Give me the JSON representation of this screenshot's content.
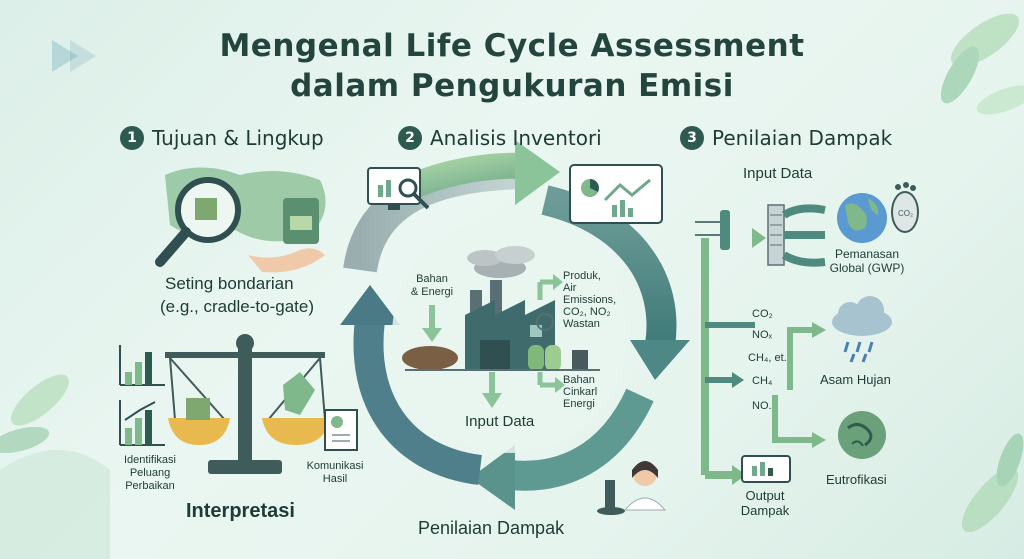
{
  "title": {
    "line1": "Mengenal Life Cycle Assessment",
    "line2": "dalam Pengukuran Emisi"
  },
  "sections": [
    {
      "number": "1",
      "label": "Tujuan & Lingkup"
    },
    {
      "number": "2",
      "label": "Analisis Inventori"
    },
    {
      "number": "3",
      "label": "Penilaian Dampak"
    }
  ],
  "scope": {
    "boundary_title": "Seting bondarian",
    "boundary_example": "(e.g., cradle-to-gate)"
  },
  "interpretation": {
    "title": "Interpretasi",
    "left_label_1": "Identifikasi",
    "left_label_2": "Peluang",
    "left_label_3": "Perbaikan",
    "right_label_1": "Komunikasi",
    "right_label_2": "Hasil"
  },
  "inventory": {
    "input_1": "Bahan",
    "input_2": "& Energi",
    "output_1": "Produk,",
    "output_2": "Air",
    "output_3": "Emissions,",
    "output_4": "CO₂, NO₂",
    "output_5": "Wastan",
    "waste_1": "Bahan",
    "waste_2": "Cinkarl",
    "waste_3": "Energi",
    "center_label": "Input Data",
    "bottom_label": "Penilaian Dampak"
  },
  "impact": {
    "input_label": "Input Data",
    "gwp_1": "Pemanasan",
    "gwp_2": "Global (GWP)",
    "gas_1": "CO₂",
    "gas_2": "NOₓ",
    "gas_3": "CH₄, et.",
    "gas_4": "CH₄",
    "gas_5": "NO.",
    "acid_rain": "Asam Hujan",
    "eutro": "Eutrofikasi",
    "output_1": "Output",
    "output_2": "Dampak"
  },
  "colors": {
    "dark_green": "#2f5a4f",
    "arrow_green": "#7fb88a",
    "arrow_teal": "#5e8f8a",
    "arrow_grey": "#8a9ca0",
    "leaf": "#8fc79a"
  }
}
